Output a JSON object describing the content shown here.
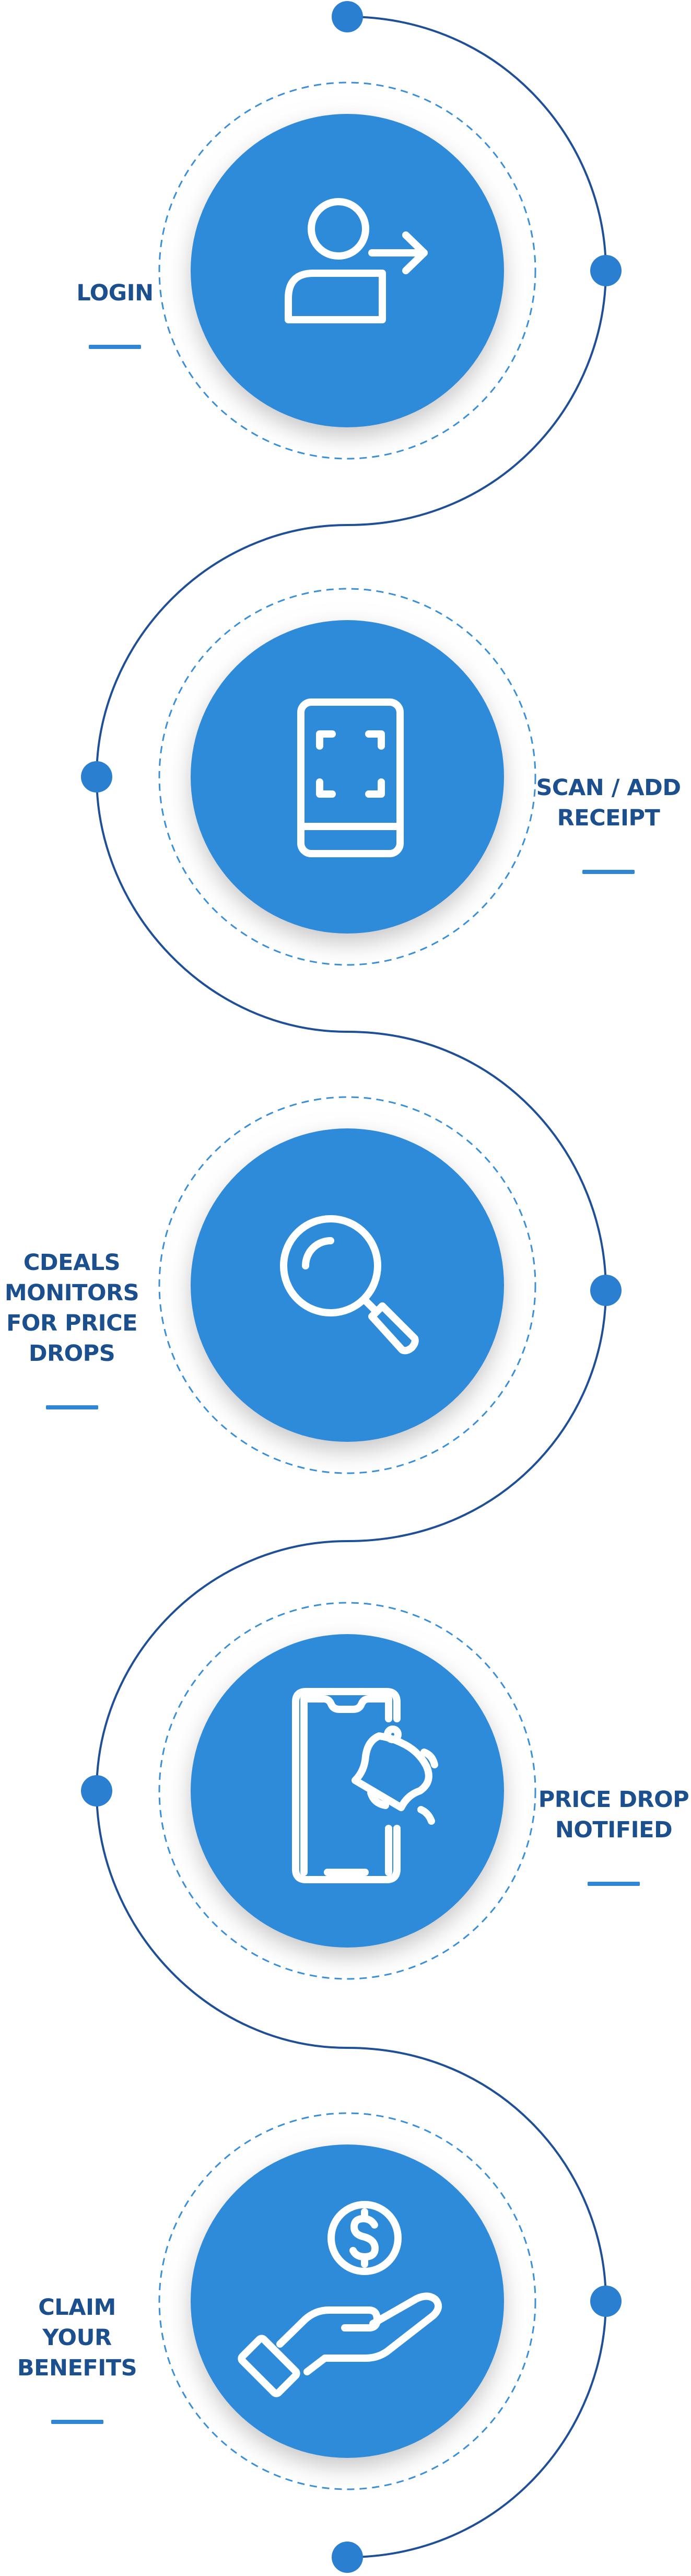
{
  "colors": {
    "circle_fill": "#2f8bd9",
    "path_line": "#1f4f96",
    "dashed_ring": "#3a8fd8",
    "node_dot": "#2b7fd1",
    "label_text": "#1c4f8e",
    "label_underline": "#2e86d4",
    "icon_stroke": "#ffffff",
    "shadow": "#c9c9c9"
  },
  "steps": [
    {
      "id": "login",
      "label": "LOGIN",
      "icon": "user-arrow-icon"
    },
    {
      "id": "scan",
      "label": "SCAN / ADD\nRECEIPT",
      "icon": "scan-phone-icon"
    },
    {
      "id": "monitor",
      "label": "CDEALS\nMONITORS\nFOR PRICE\nDROPS",
      "icon": "magnifier-icon"
    },
    {
      "id": "notified",
      "label": "PRICE DROP\nNOTIFIED",
      "icon": "phone-bell-icon"
    },
    {
      "id": "claim",
      "label": "CLAIM YOUR\nBENEFITS",
      "icon": "hand-dollar-icon"
    }
  ]
}
